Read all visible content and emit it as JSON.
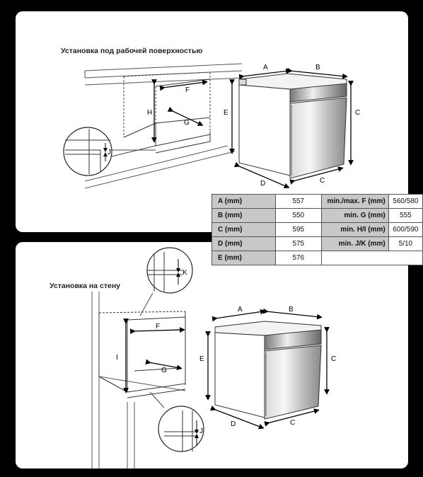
{
  "headings": {
    "top": "Установка под рабочей поверхностью",
    "bottom": "Установка на стену"
  },
  "labels": {
    "A": "A",
    "B": "B",
    "C": "C",
    "D": "D",
    "E": "E",
    "F": "F",
    "G": "G",
    "H": "H",
    "I": "I",
    "J": "J",
    "K": "K"
  },
  "spec_table": {
    "rows": [
      {
        "key": "A (mm)",
        "value": "557",
        "key2": "min./max. F (mm)",
        "value2": "560/580"
      },
      {
        "key": "B (mm)",
        "value": "550",
        "key2": "min. G (mm)",
        "value2": "555"
      },
      {
        "key": "C (mm)",
        "value": "595",
        "key2": "min. H/I (mm)",
        "value2": "600/590"
      },
      {
        "key": "D (mm)",
        "value": "575",
        "key2": "min. J/K (mm)",
        "value2": "5/10"
      },
      {
        "key": "E (mm)",
        "value": "576",
        "key2": "",
        "value2": ""
      }
    ]
  },
  "colors": {
    "background": "#000000",
    "panel": "#ffffff",
    "table_header": "#c8c8c8"
  }
}
